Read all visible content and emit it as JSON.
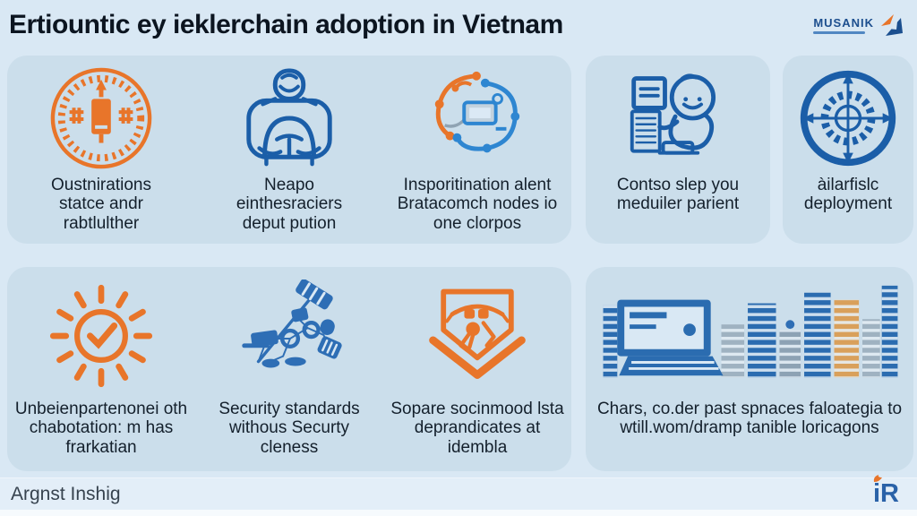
{
  "header": {
    "title": "Ertiountic ey ieklerchain adoption in Vietnam",
    "brand": {
      "name": "MUSANIK"
    }
  },
  "cards": {
    "row1": [
      {
        "icon": "certificate-seal",
        "caption": "Oustnirations statce andr rabtlulther"
      },
      {
        "icon": "robot-figure",
        "caption": "Neapo einthesraciers deput pution"
      },
      {
        "icon": "circuit-network",
        "caption": "Insporitination alent Bratacomch nodes io one clorpos"
      },
      {
        "icon": "person-computer",
        "caption": "Contso slep you meduiler parient"
      },
      {
        "icon": "compass",
        "caption": "àilarfislc deployment"
      }
    ],
    "row2": [
      {
        "icon": "sun-checkmark",
        "caption": "Unbeienpartenonei oth chabotation: m has frarkatian"
      },
      {
        "icon": "connected-devices",
        "caption": "Security standards withous Securty cleness"
      },
      {
        "icon": "shield-drone",
        "caption": "Sopare socinmood lsta deprandicates at idembla"
      },
      {
        "icon": "city-computer",
        "caption": "Chars, co.der past spnaces faloategia to wtill.wom/dramp tanible loricagons"
      }
    ]
  },
  "footer": {
    "left_text": "Argnst Inshig",
    "logo_text": "iR"
  },
  "colors": {
    "background": "#d9e8f4",
    "card": "#cbdeeb",
    "accent_orange": "#e8752a",
    "accent_blue": "#1d5fa7",
    "accent_light_blue": "#2e86d1",
    "building_tan": "#d9a05b",
    "building_gray": "#9fb2c1"
  }
}
